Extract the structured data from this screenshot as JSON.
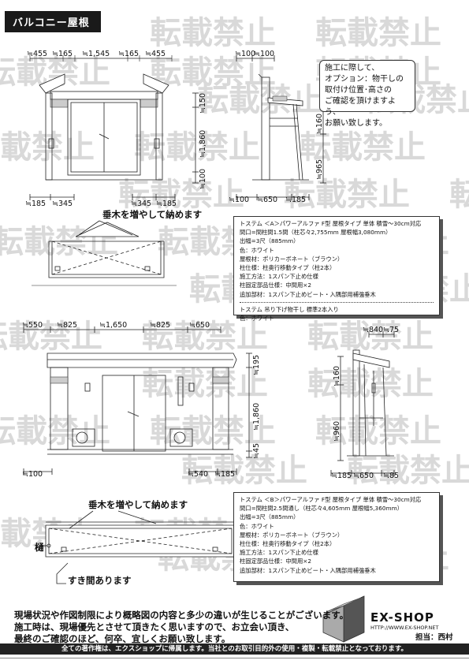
{
  "title": "バルコニー屋根",
  "watermark": {
    "text": "転載禁止",
    "color": "#d9d9d9"
  },
  "diagram_a": {
    "front_top_dims": [
      "≒455",
      "≒165",
      "≒1,545",
      "≒165",
      "≒455"
    ],
    "front_bottom_dims": [
      "≒185",
      "≒345",
      "≒345",
      "≒185"
    ],
    "front_right_dims": [
      "≒150",
      "≒1,860",
      "≒100"
    ],
    "side_top_dims": [
      "≒100",
      "≒100"
    ],
    "side_bottom_dims": [
      "≒100",
      "≒650",
      "≒185"
    ],
    "side_left_dims": [
      "≒160",
      "≒965"
    ],
    "note_lines": [
      "施工に際して、",
      "オプション：物干しの",
      "取付け位置･高さの",
      "ご確認を頂けますよう、",
      "お願い致します。"
    ],
    "callout": "垂木を増やして納めます",
    "spec": [
      "トステム ＜A＞パワーアルファ F型 屋根タイプ 単体 積雪～30cm対応",
      "間口=間柱間1.5間（柱芯々2,755mm 屋根幅3,080mm）",
      "出幅=3尺（885mm）",
      "色：ホワイト",
      "屋根材：ポリカーボネート（ブラウン）",
      "柱仕様：柱奥行移動タイプ（柱2本）",
      "施工方法：1スパン下止め仕様",
      "柱固定部品仕様：中間用×2",
      "追加部材：1スパン下止めビート・入隅部用補強垂木"
    ],
    "spec_extra": [
      "トステム 吊り下げ物干し 標準2本入り",
      "色：ホワイト"
    ]
  },
  "diagram_b": {
    "front_top_dims": [
      "≒550",
      "≒825",
      "≒1,650",
      "≒825",
      "≒650"
    ],
    "front_right_dims": [
      "≒195",
      "≒1,860",
      "≒45"
    ],
    "front_bottom_dims": [
      "≒100",
      "≒540",
      "≒185"
    ],
    "side_top_dims": [
      "≒840",
      "≒75"
    ],
    "side_left_dims": [
      "≒160",
      "≒960"
    ],
    "side_bottom_dims": [
      "≒185",
      "≒650",
      "≒85"
    ],
    "callout_top": "垂木を増やして納めます",
    "label_left": "樋",
    "callout_bottom": "すき間あります",
    "spec": [
      "トステム ＜B＞パワーアルファ F型 屋根タイプ 単体 積雪～30cm対応",
      "間口=間柱間2.5間通し（柱芯々4,605mm 屋根幅5,360mm）",
      "出幅=3尺（885mm）",
      "色：ホワイト",
      "屋根材：ポリカーボネート（ブラウン）",
      "柱仕様：柱奥行移動タイプ（柱2本）",
      "施工方法：1スパン下止め仕様",
      "柱固定部品仕様：中間用×2",
      "追加部材：1スパン下止めビート・入隅部用補強垂木"
    ]
  },
  "footer": {
    "notes": [
      "現場状況や作図制限により概略図の内容と多少の違いが生じることがございます。",
      "施工時は、現場優先とさせて頂きたく思いますので、お立会い頂き、",
      "最終のご確認のほど、何卒、宜しくお願い致します。"
    ],
    "logo": "EX-SHOP",
    "logo_url": "HTTP://WWW.EX-SHOP.NET",
    "person": "担当：西村",
    "copyright": "全ての著作権は、エクスショップに帰属します。当社とのお取引目的外の使用・複製・転載禁止となっております。"
  }
}
